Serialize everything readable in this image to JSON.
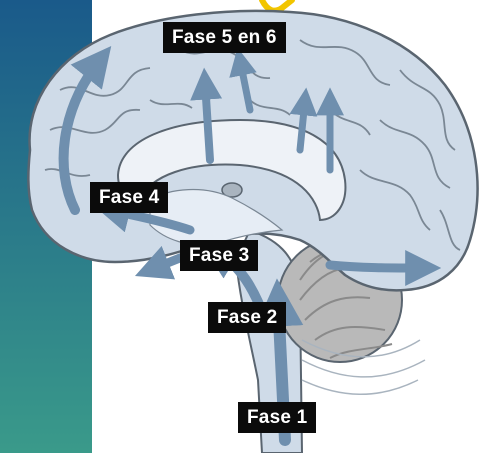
{
  "colors": {
    "panel_top": "#1a5a8a",
    "panel_bottom": "#3a9a8a",
    "brain_fill": "#cfdbe8",
    "brain_light": "#e6edf5",
    "brain_outline": "#5a6570",
    "arrow": "#6f8fae",
    "cerebellum": "#b9b9b9",
    "label_bg": "#0b0b0b",
    "label_text": "#ffffff",
    "accent_yellow": "#f2c500"
  },
  "labels": {
    "phase_5_6": "Fase 5 en 6",
    "phase_4": "Fase 4",
    "phase_3": "Fase 3",
    "phase_2": "Fase 2",
    "phase_1": "Fase 1"
  }
}
